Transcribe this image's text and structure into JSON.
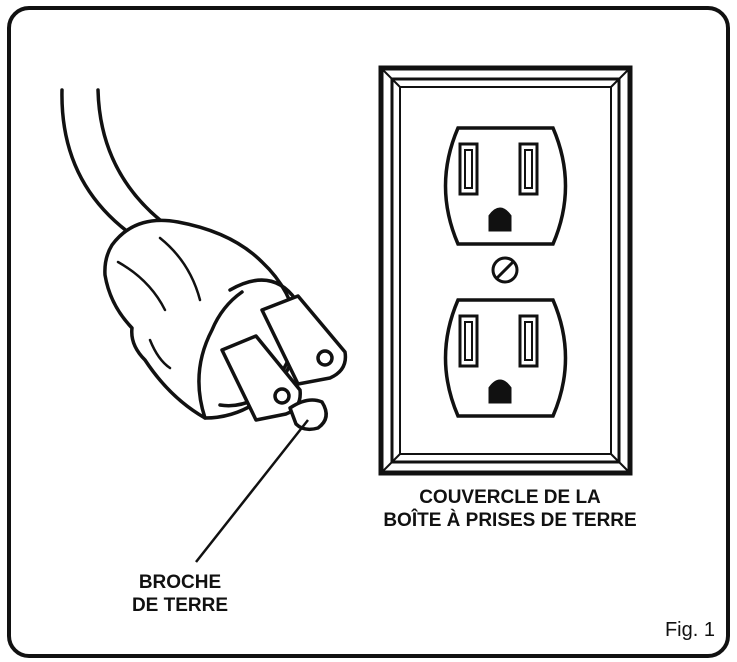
{
  "labels": {
    "plate_line1": "COUVERCLE DE LA",
    "plate_line2": "BOÎTE À PRISES DE TERRE",
    "ground_line1": "BROCHE",
    "ground_line2": "DE TERRE"
  },
  "figure": {
    "caption": "Fig. 1"
  },
  "colors": {
    "ink": "#111111",
    "paper": "#ffffff"
  },
  "icons": {
    "plug": "three-prong-plug-icon",
    "outlet": "duplex-outlet-icon"
  }
}
